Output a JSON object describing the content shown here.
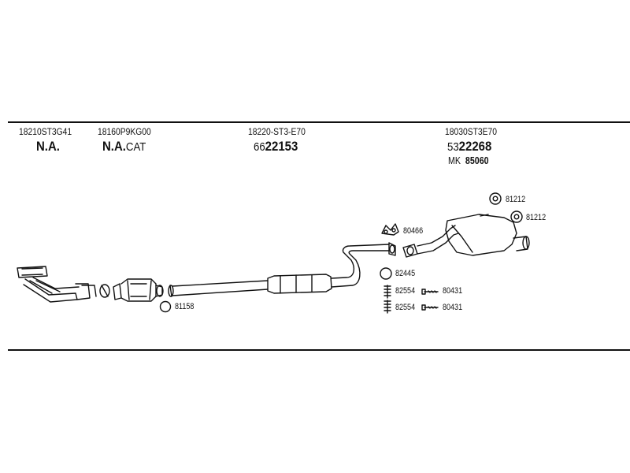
{
  "columns": [
    {
      "code": "18210ST3G41",
      "name": "N.A.",
      "suffix": "",
      "prefix": ""
    },
    {
      "code": "18160P9KG00",
      "name": "N.A.",
      "suffix": "CAT",
      "prefix": ""
    },
    {
      "code": "18220-ST3-E70",
      "prefix": "66",
      "name": "22153",
      "suffix": ""
    },
    {
      "code": "18030ST3E70",
      "prefix": "53",
      "name": "22268",
      "suffix": ""
    }
  ],
  "mk_label": "MK",
  "mk_number": "85060",
  "refs": {
    "r81158": "81158",
    "r81212a": "81212",
    "r81212b": "81212",
    "r80466": "80466",
    "r82445": "82445",
    "r82554a": "82554",
    "r82554b": "82554",
    "r80431a": "80431",
    "r80431b": "80431"
  }
}
